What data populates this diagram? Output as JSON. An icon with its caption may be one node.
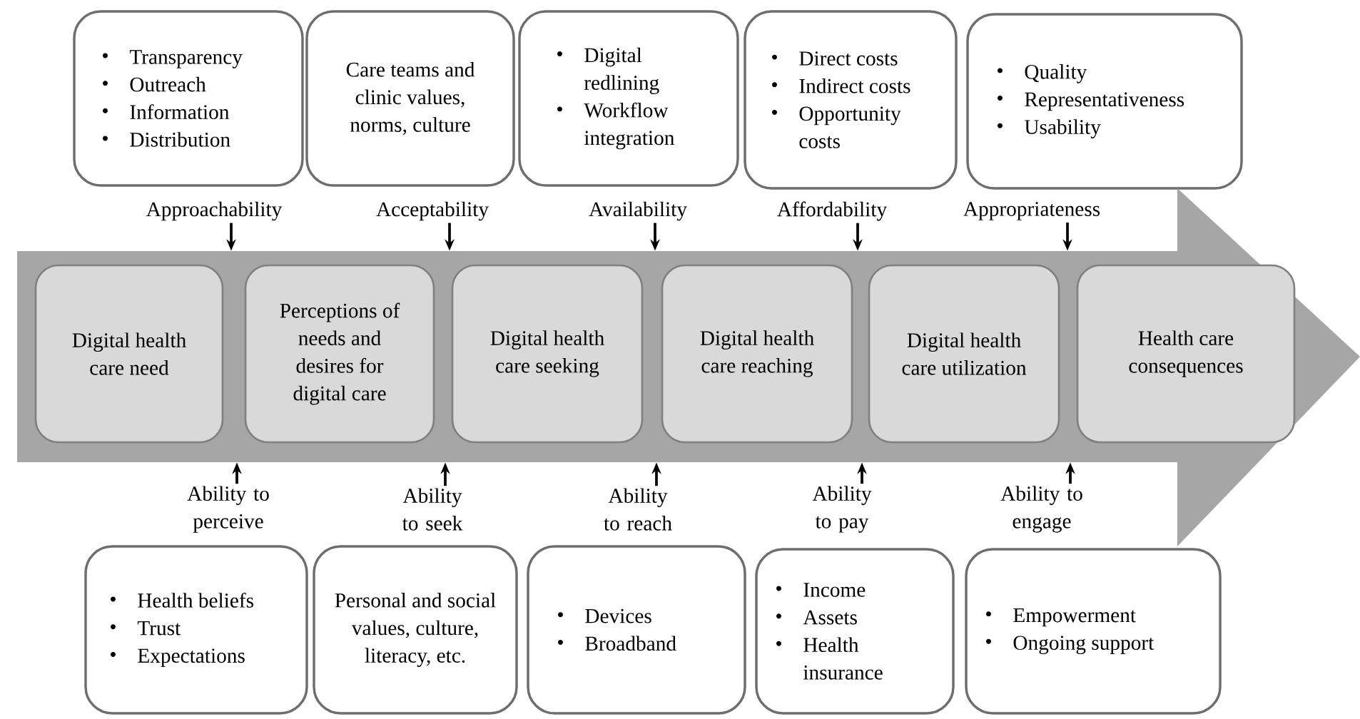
{
  "diagram": {
    "nodes": [
      {
        "text": [
          "Transparency",
          "Outreach",
          "Information",
          "Distribution"
        ]
      },
      {
        "text": [
          "Care teams and clinic values, norms, culture"
        ]
      },
      {
        "text": [
          "Digital redlining",
          "Workflow integration"
        ]
      },
      {
        "text": [
          "Direct costs",
          "Indirect costs",
          "Opportunity costs"
        ]
      },
      {
        "text": [
          "Quality",
          "Representativeness",
          "Usability"
        ]
      },
      {
        "text": [
          "Approachability"
        ]
      },
      {
        "text": [
          "Acceptability"
        ]
      },
      {
        "text": [
          "Availability"
        ]
      },
      {
        "text": [
          "Affordability"
        ]
      },
      {
        "text": [
          "Appropriateness"
        ]
      },
      {
        "text": [],
        "shape": "arrow"
      },
      {
        "text": [
          "Digital health care need"
        ],
        "in": 10
      },
      {
        "text": [
          "Perceptions of needs and desires for digital care"
        ],
        "in": 10
      },
      {
        "text": [
          "Digital health care seeking"
        ],
        "in": 10
      },
      {
        "text": [
          "Digital health care reaching"
        ],
        "in": 10
      },
      {
        "text": [
          "Digital health care utilization"
        ],
        "in": 10
      },
      {
        "text": [
          "Health care consequences"
        ],
        "in": 10
      },
      {
        "text": [
          "Ability to perceive"
        ]
      },
      {
        "text": [
          "Ability to seek"
        ]
      },
      {
        "text": [
          "Ability to reach"
        ]
      },
      {
        "text": [
          "Ability to pay"
        ]
      },
      {
        "text": [
          "Ability to engage"
        ]
      },
      {
        "text": [
          "Health beliefs",
          "Trust",
          "Expectations"
        ]
      },
      {
        "text": [
          "Personal and social values, culture, literacy, etc."
        ]
      },
      {
        "text": [
          "Devices",
          "Broadband"
        ]
      },
      {
        "text": [
          "Income",
          "Assets",
          "Health insurance"
        ]
      },
      {
        "text": [
          "Empowerment",
          "Ongoing support"
        ]
      }
    ],
    "edges": [
      {
        "from": 5,
        "to": 10,
        "arrow": "to"
      },
      {
        "from": 6,
        "to": 10,
        "arrow": "to"
      },
      {
        "from": 7,
        "to": 10,
        "arrow": "to"
      },
      {
        "from": 8,
        "to": 10,
        "arrow": "to"
      },
      {
        "from": 9,
        "to": 10,
        "arrow": "to"
      },
      {
        "from": 17,
        "to": 10,
        "arrow": "to"
      },
      {
        "from": 18,
        "to": 10,
        "arrow": "to"
      },
      {
        "from": 19,
        "to": 10,
        "arrow": "to"
      },
      {
        "from": 20,
        "to": 10,
        "arrow": "to"
      },
      {
        "from": 21,
        "to": 10,
        "arrow": "to"
      }
    ]
  }
}
